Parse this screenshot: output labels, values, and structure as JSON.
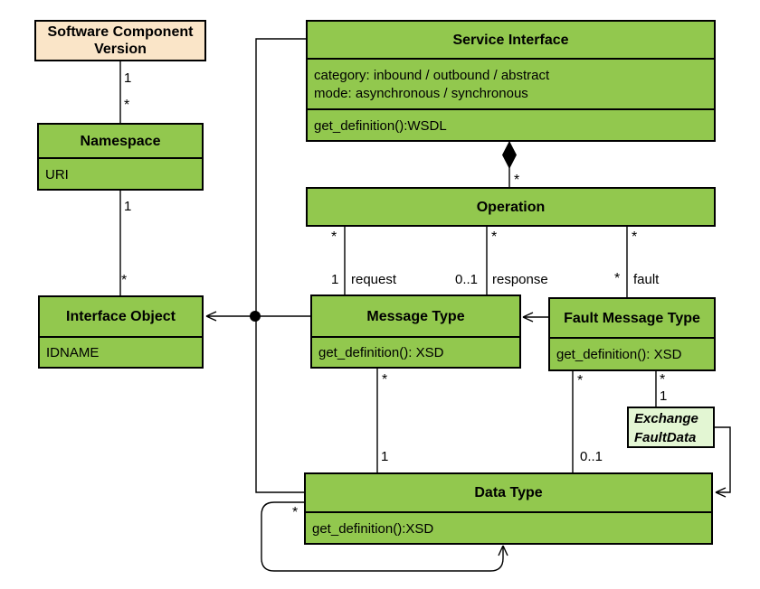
{
  "diagram": {
    "classes": {
      "software_component_version": {
        "title": "Software Component Version"
      },
      "namespace": {
        "title": "Namespace",
        "attr": "URI"
      },
      "interface_object": {
        "title": "Interface Object",
        "attr": "IDNAME"
      },
      "service_interface": {
        "title": "Service Interface",
        "attrs": [
          "category: inbound / outbound / abstract",
          "mode: asynchronous / synchronous"
        ],
        "ops": [
          "get_definition():WSDL"
        ]
      },
      "operation": {
        "title": "Operation"
      },
      "message_type": {
        "title": "Message Type",
        "ops": [
          "get_definition(): XSD"
        ]
      },
      "fault_message_type": {
        "title": "Fault Message Type",
        "ops": [
          "get_definition(): XSD"
        ]
      },
      "data_type": {
        "title": "Data Type",
        "ops": [
          "get_definition():XSD"
        ]
      },
      "exchange_fault_data": {
        "lines": [
          "Exchange",
          "FaultData"
        ]
      }
    },
    "edge_labels": {
      "scv_ns_source": "1",
      "scv_ns_target": "*",
      "ns_io_source": "1",
      "ns_io_target": "*",
      "si_op_target": "*",
      "op_request_source": "*",
      "op_request_target": "1",
      "op_request_name": "request",
      "op_response_source": "*",
      "op_response_target": "0..1",
      "op_response_name": "response",
      "op_fault_source": "*",
      "op_fault_target": "*",
      "op_fault_name": "fault",
      "mt_dt_source": "*",
      "mt_dt_target": "1",
      "fmt_dt_source": "*",
      "fmt_dt_target": "0..1",
      "fmt_note_source": "*",
      "fmt_note_target": "1",
      "dt_self_source": "*"
    },
    "colors": {
      "class_fill": "#92C84E",
      "component_fill": "#FAE5C8",
      "note_fill": "#E3F6D3",
      "line": "#000000"
    }
  }
}
